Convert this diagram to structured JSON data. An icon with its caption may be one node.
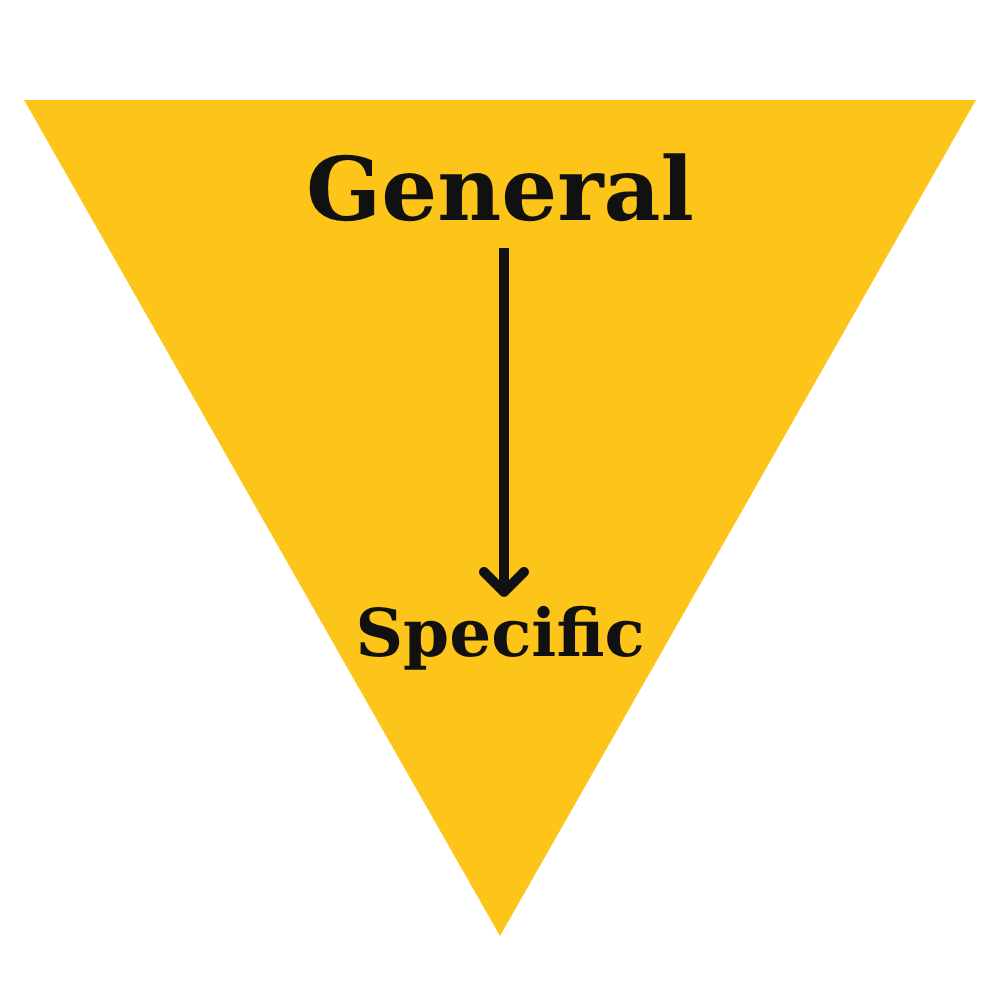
{
  "diagram": {
    "nodes": [
      {
        "text": [],
        "shape": "triangle"
      },
      {
        "text": [
          "General"
        ],
        "in": 0
      },
      {
        "text": [
          "Specific"
        ],
        "in": 0
      }
    ],
    "edges": [
      {
        "from": 1,
        "to": 2,
        "arrow": "to"
      }
    ]
  }
}
